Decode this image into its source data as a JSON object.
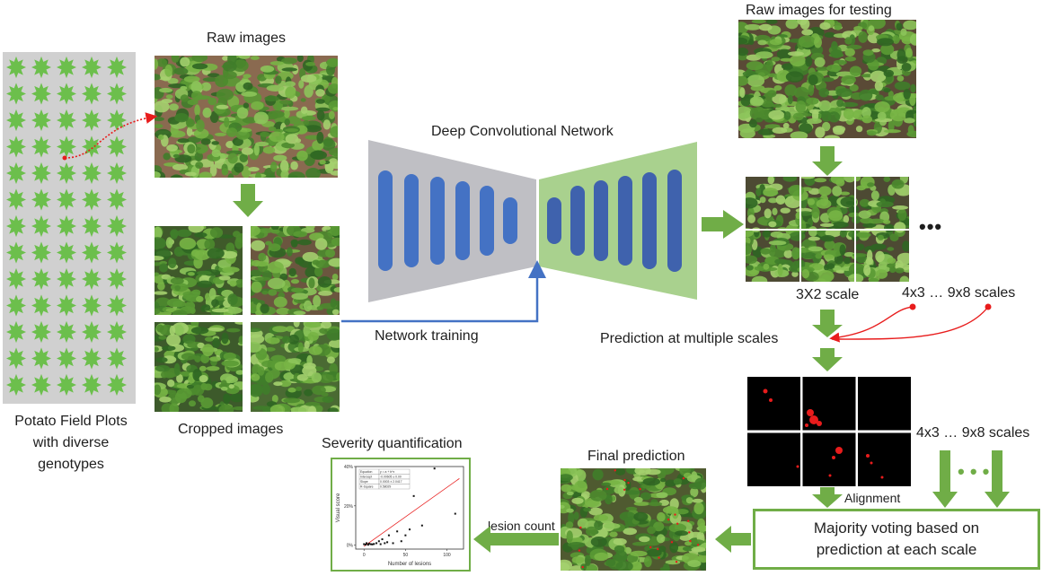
{
  "labels": {
    "field_plots": [
      "Potato Field Plots",
      "with diverse",
      "genotypes"
    ],
    "raw_images": "Raw images",
    "cropped_images": "Cropped images",
    "network_title": "Deep Convolutional Network",
    "network_training": "Network training",
    "raw_testing": "Raw images for testing",
    "scale_3x2": "3X2 scale",
    "scales_top": "4x3 … 9x8 scales",
    "prediction_multi": "Prediction at multiple scales",
    "scales_right": "4x3 … 9x8 scales",
    "alignment": "Alignment",
    "majority_voting": [
      "Majority voting based on",
      "prediction at each scale"
    ],
    "final_prediction": "Final prediction",
    "lesion_count": "lesion count",
    "severity": "Severity quantification",
    "ellipsis": "•••",
    "green_dots": "• • •"
  },
  "plot": {
    "xlabel": "Number of lesions",
    "ylabel": "Visual score",
    "yticks": [
      "0%",
      "20%",
      "40%"
    ],
    "xticks": [
      "0",
      "50",
      "100"
    ],
    "table": [
      [
        "Equation",
        "y = a + b*x"
      ],
      [
        "Intercept",
        "-0.00605 ± 0.00"
      ],
      [
        "Slope",
        "0.0003 ± 2.0417"
      ],
      [
        "R-Square",
        "0.58029"
      ]
    ]
  },
  "colors": {
    "arrow_green": "#70ad47",
    "net_blue": "#4472c4",
    "net_green": "#a9d18e",
    "net_gray": "#bfbfc4",
    "field_bg": "#d0d0d0",
    "leaf": "#6cbf4c",
    "red": "#e81c1c",
    "line_blue": "#4472c4"
  },
  "chart_data": {
    "type": "scatter",
    "xlabel": "Number of lesions",
    "ylabel": "Visual score",
    "xlim": [
      -10,
      120
    ],
    "ylim": [
      -2,
      40
    ],
    "points": [
      [
        0,
        0.5
      ],
      [
        2,
        0.3
      ],
      [
        3,
        1
      ],
      [
        5,
        0.2
      ],
      [
        6,
        0.8
      ],
      [
        8,
        0.5
      ],
      [
        10,
        0.4
      ],
      [
        12,
        0.6
      ],
      [
        15,
        1
      ],
      [
        18,
        2
      ],
      [
        20,
        0.5
      ],
      [
        22,
        3
      ],
      [
        25,
        1
      ],
      [
        28,
        1.5
      ],
      [
        30,
        5
      ],
      [
        35,
        1
      ],
      [
        40,
        7
      ],
      [
        45,
        2
      ],
      [
        50,
        5
      ],
      [
        55,
        8
      ],
      [
        60,
        25
      ],
      [
        70,
        10
      ],
      [
        85,
        39
      ],
      [
        110,
        16
      ]
    ],
    "fit": {
      "intercept": -0.6,
      "slope": 0.3
    }
  }
}
